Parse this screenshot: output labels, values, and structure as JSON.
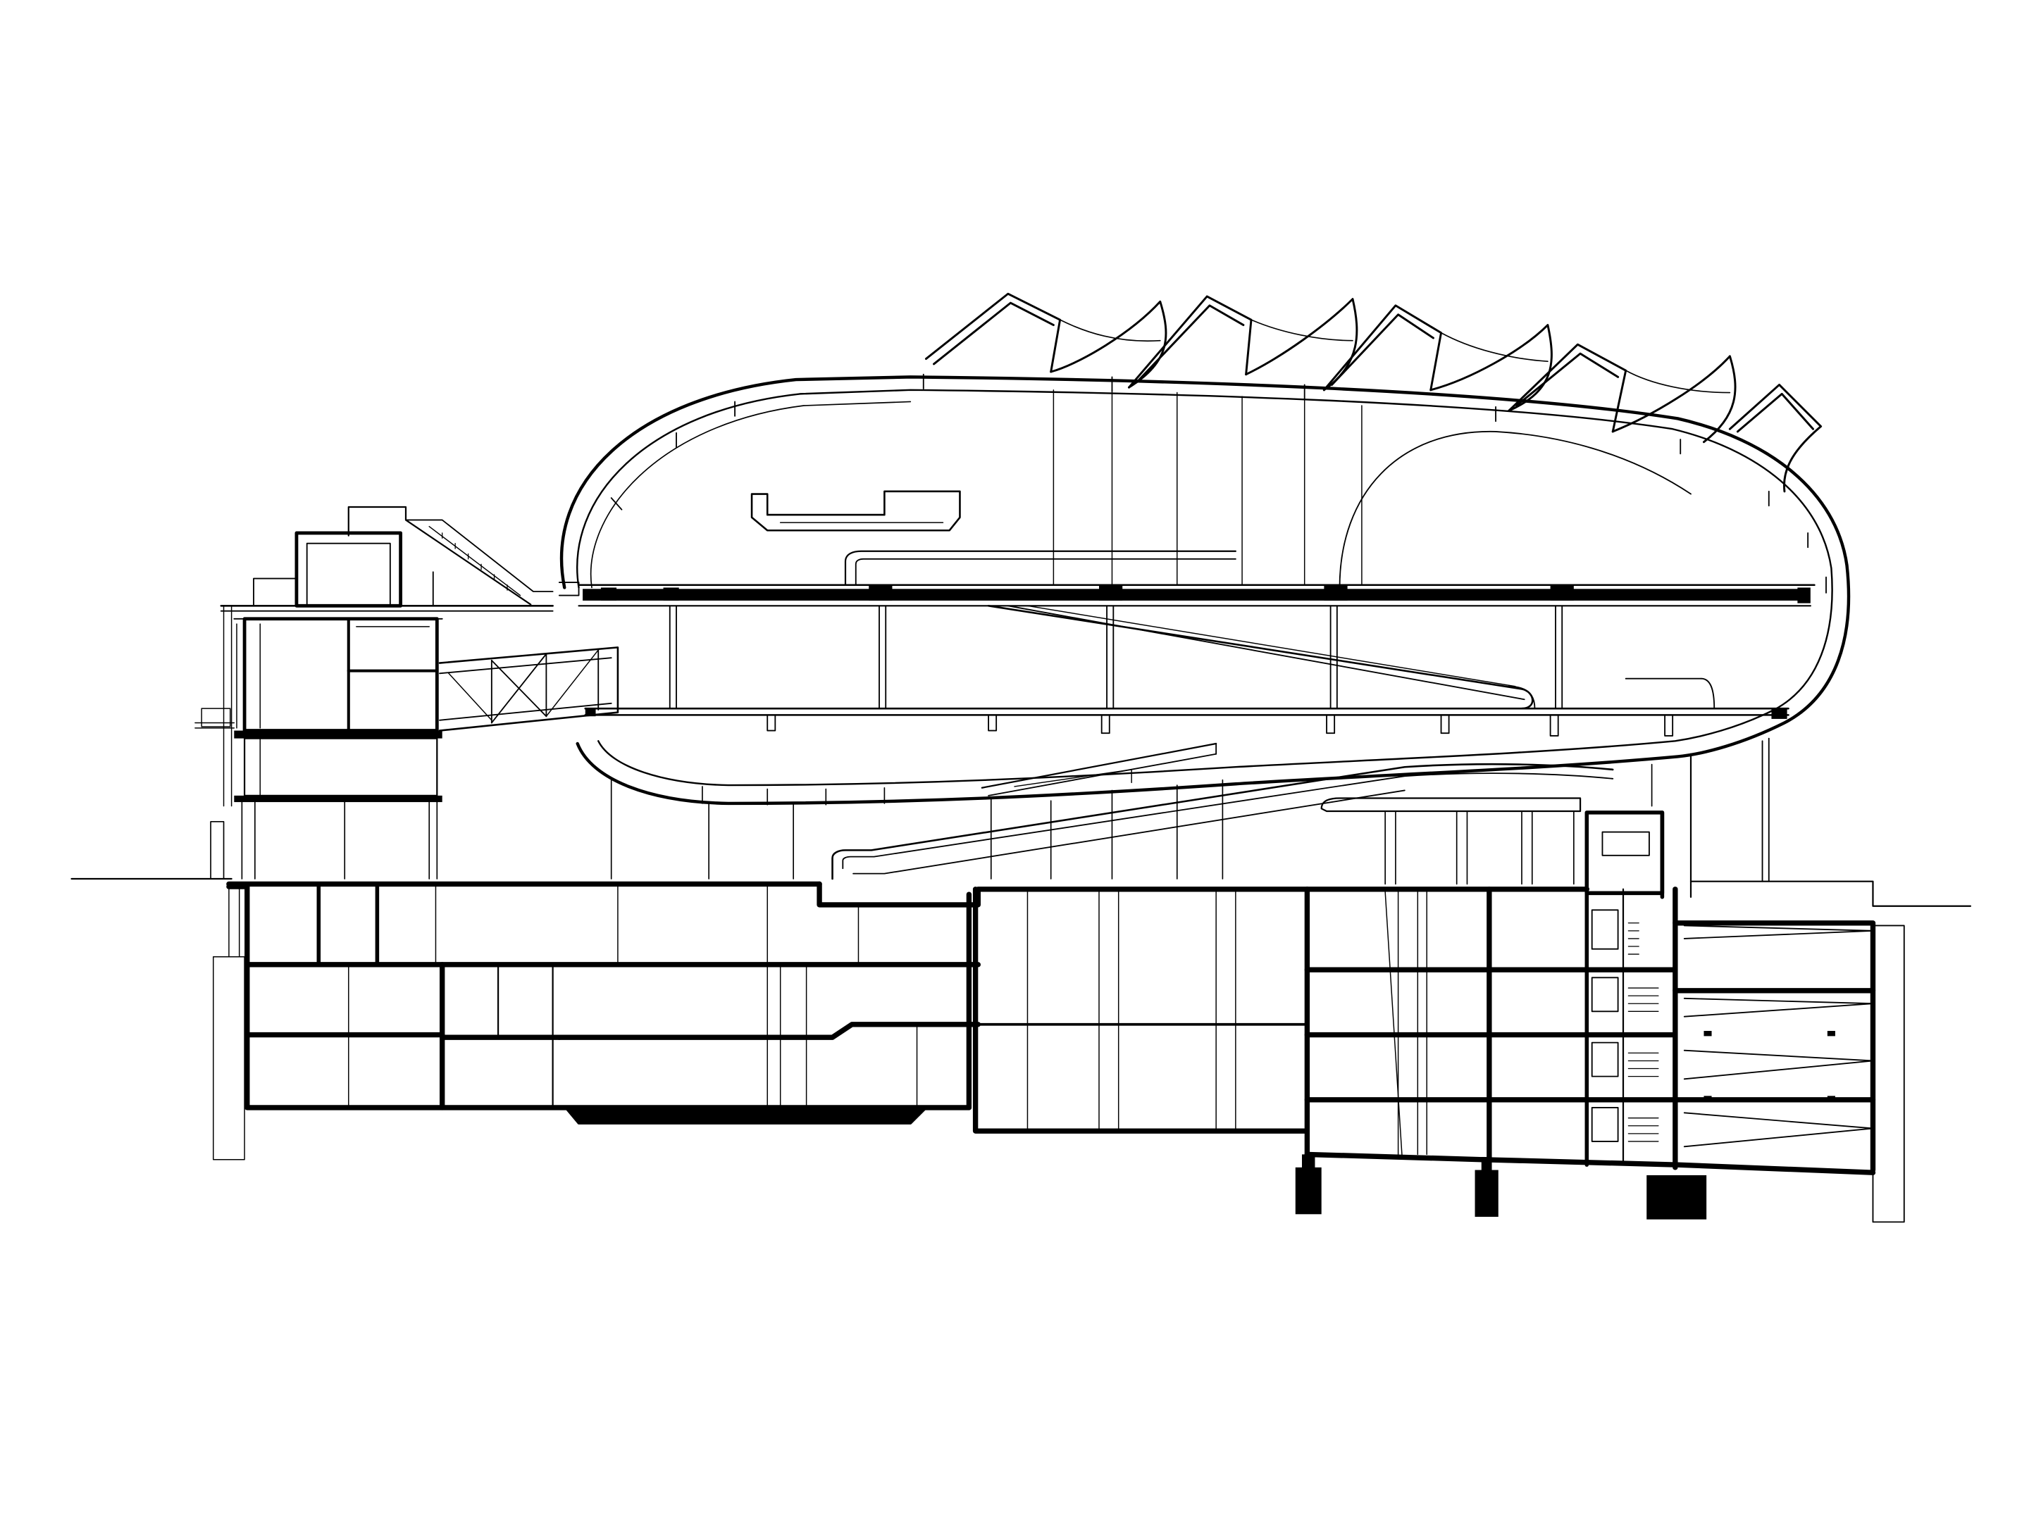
{
  "drawing": {
    "line_color": "#000000",
    "paper_color": "#ffffff",
    "view": "building-section",
    "components": {
      "ground_line": "ground-line",
      "roof_shell": "organic-roof-shell",
      "roof_skylights": "sawtooth-roof-skylights",
      "upper_floor": "upper-exhibition-floor",
      "mid_floor": "middle-floor",
      "ramp": "diagonal-ramp",
      "annex": "left-annex-block",
      "bridge": "truss-bridge",
      "basement_left": "left-basement-block",
      "basement_center": "center-basement-hall",
      "basement_right": "right-basement-blocks",
      "foundations": "foundation-footings"
    }
  }
}
